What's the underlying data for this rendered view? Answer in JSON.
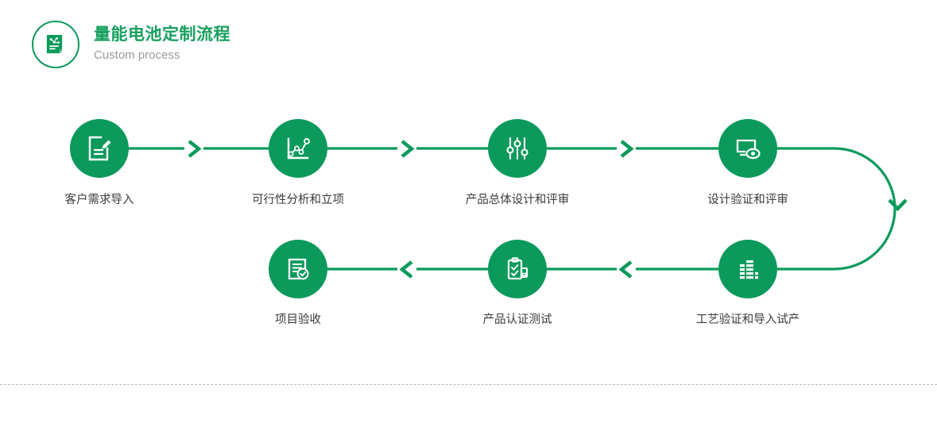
{
  "header": {
    "icon": "flowchart-document-icon",
    "title": "量能电池定制流程",
    "subtitle": "Custom process",
    "accent_color": "#0b9a5b",
    "title_color": "#17a05f",
    "subtitle_color": "#9b9b9b"
  },
  "flow": {
    "accent_color": "#0b9a5b",
    "label_color": "#3a3a3a",
    "top_row_direction": "left-to-right",
    "bottom_row_direction": "right-to-left",
    "connector": "u-turn-right",
    "steps": [
      {
        "index": "1",
        "label": "客户需求导入",
        "icon": "document-pencil-icon"
      },
      {
        "index": "2",
        "label": "可行性分析和立项",
        "icon": "line-chart-icon"
      },
      {
        "index": "3",
        "label": "产品总体设计和评审",
        "icon": "sliders-icon"
      },
      {
        "index": "4",
        "label": "设计验证和评审",
        "icon": "monitor-eye-icon"
      },
      {
        "index": "5",
        "label": "工艺验证和导入试产",
        "icon": "bar-blocks-icon"
      },
      {
        "index": "6",
        "label": "产品认证测试",
        "icon": "clipboard-check-icon"
      },
      {
        "index": "7",
        "label": "项目验收",
        "icon": "document-seal-check-icon"
      }
    ],
    "arrows": [
      {
        "name": "arrow-step1-step2",
        "direction": "right"
      },
      {
        "name": "arrow-step2-step3",
        "direction": "right"
      },
      {
        "name": "arrow-step3-step4",
        "direction": "right"
      },
      {
        "name": "arrow-step4-step5",
        "direction": "down"
      },
      {
        "name": "arrow-step5-step6",
        "direction": "left"
      },
      {
        "name": "arrow-step6-step7",
        "direction": "left"
      }
    ]
  },
  "divider": {
    "style": "dashed",
    "color": "#b9b9b9"
  }
}
